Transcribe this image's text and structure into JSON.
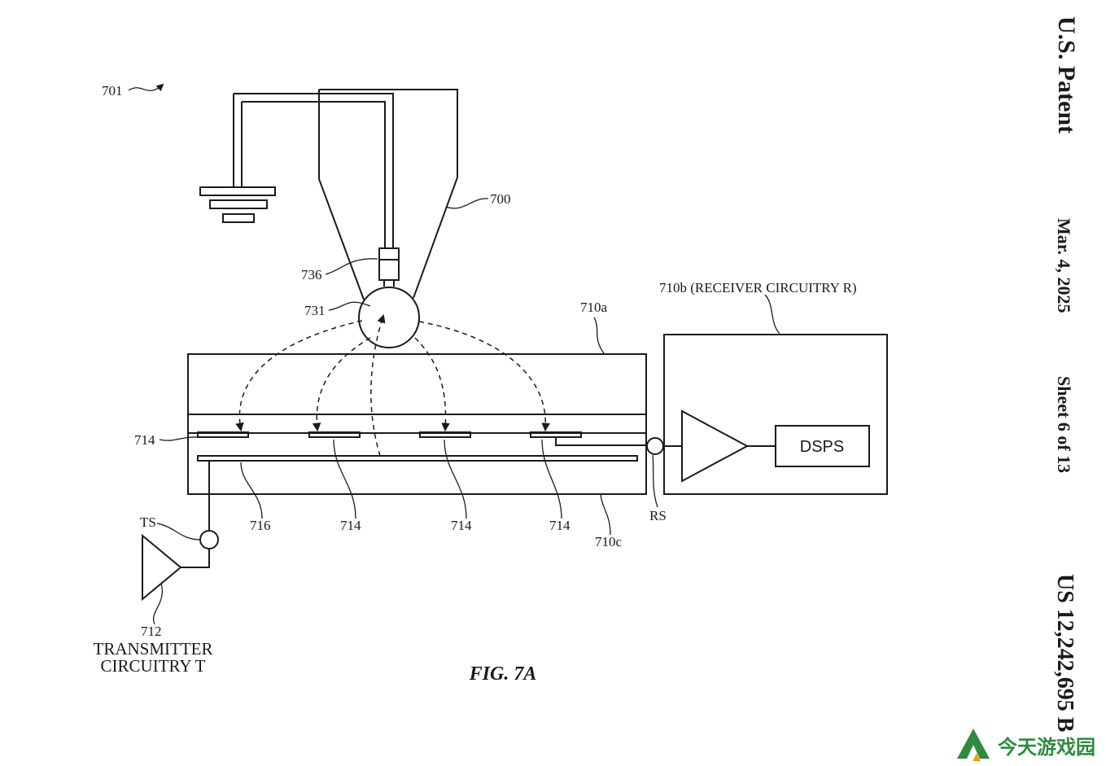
{
  "labels": {
    "ref_701": "701",
    "ref_700": "700",
    "ref_736": "736",
    "ref_731": "731",
    "ref_710a": "710a",
    "ref_710b": "710b (RECEIVER CIRCUITRY R)",
    "ref_714": "714",
    "ref_716": "716",
    "ref_710c": "710c",
    "ref_TS": "TS",
    "ref_RS": "RS",
    "ref_712": "712",
    "transmitter_line1": "TRANSMITTER",
    "transmitter_line2": "CIRCUITRY T",
    "dsps": "DSPS",
    "figure": "FIG. 7A"
  },
  "header": {
    "title": "U.S. Patent",
    "date": "Mar. 4, 2025",
    "sheet": "Sheet 6 of 13",
    "number": "US 12,242,695 B"
  },
  "watermark": {
    "text": "今天游戏园",
    "color": "#2e8b3e"
  }
}
